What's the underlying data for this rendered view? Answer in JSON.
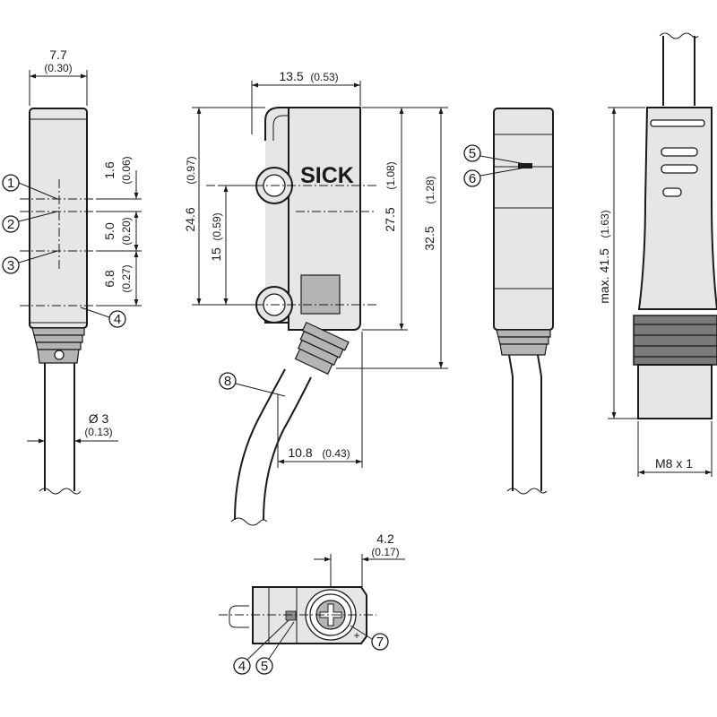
{
  "brand": "SICK",
  "dimensions": {
    "width_side": {
      "value": "7.7",
      "inch": "(0.30)"
    },
    "width_front": {
      "value": "13.5",
      "inch": "(0.53)"
    },
    "pos_1": {
      "value": "1.6",
      "inch": "(0.06)"
    },
    "pos_2": {
      "value": "5.0",
      "inch": "(0.20)"
    },
    "pos_3": {
      "value": "6.8",
      "inch": "(0.27)"
    },
    "height_246": {
      "value": "24.6",
      "inch": "(0.97)"
    },
    "hole_15": {
      "value": "15",
      "inch": "(0.59)"
    },
    "height_275": {
      "value": "27.5",
      "inch": "(1.08)"
    },
    "height_325": {
      "value": "32.5",
      "inch": "(1.28)"
    },
    "cable_dia": {
      "value": "Ø 3",
      "inch": "(0.13)"
    },
    "cable_offset": {
      "value": "10.8",
      "inch": "(0.43)"
    },
    "top_offset": {
      "value": "4.2",
      "inch": "(0.17)"
    },
    "connector_length": {
      "value": "max. 41.5",
      "inch": "(1.63)"
    },
    "thread": {
      "value": "M8 x 1"
    }
  },
  "callouts": [
    "1",
    "2",
    "3",
    "4",
    "5",
    "6",
    "7",
    "8"
  ]
}
